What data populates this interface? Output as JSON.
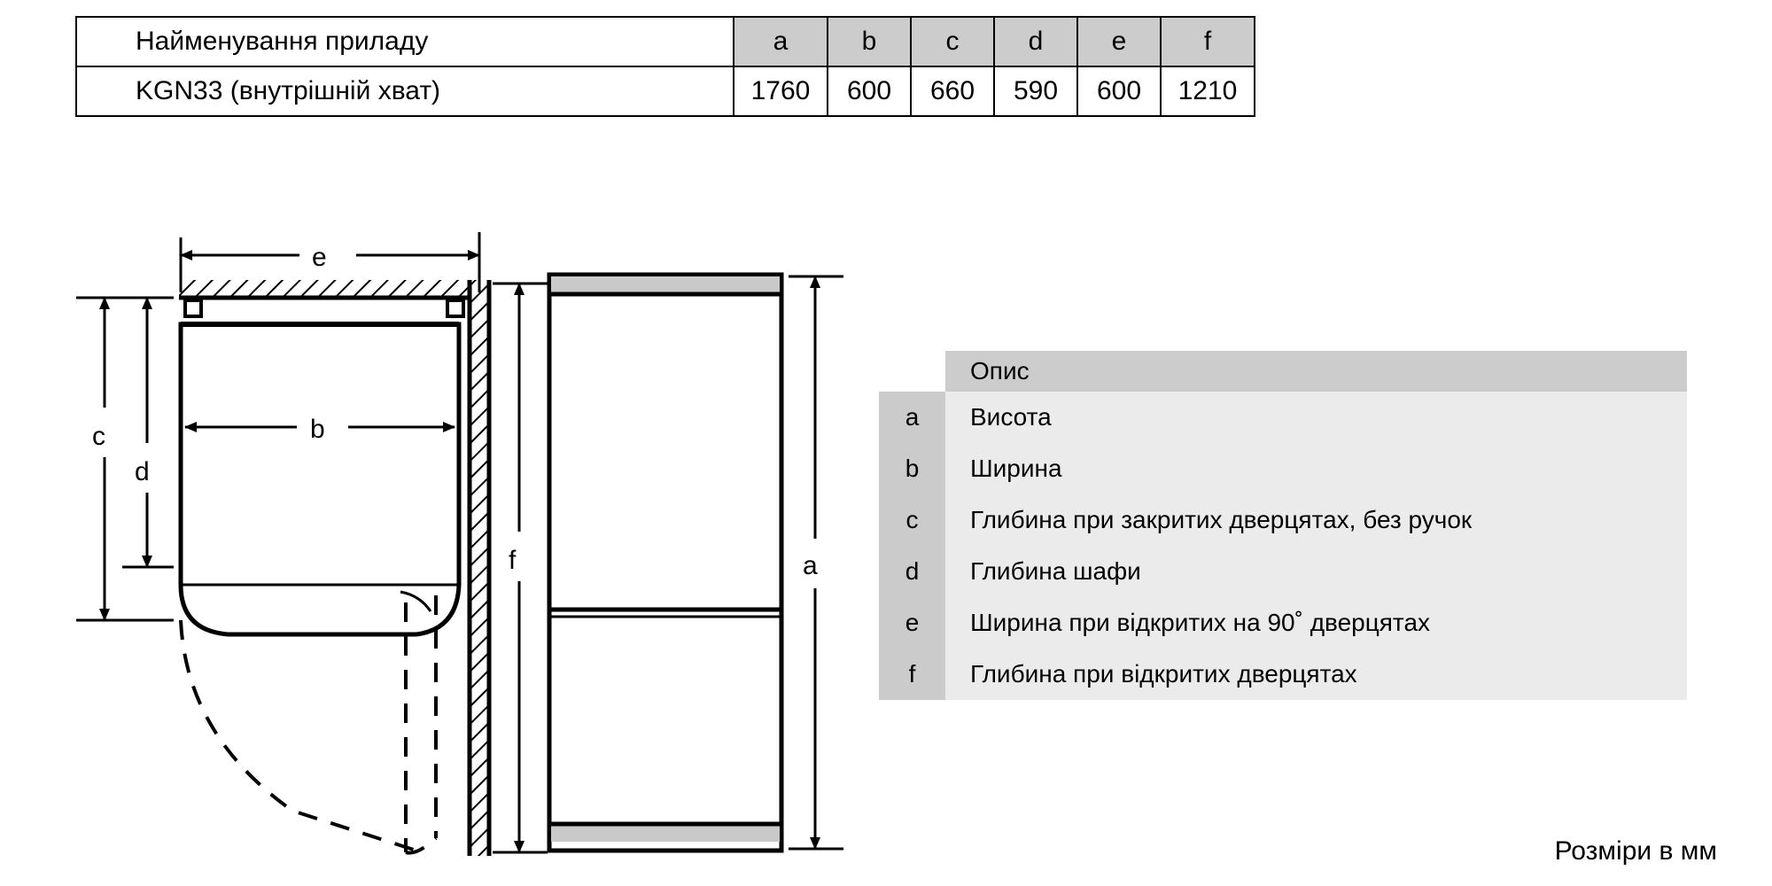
{
  "spec_table": {
    "name_header": "Найменування приладу",
    "model": "KGN33 (внутрішній хват)",
    "columns": [
      "a",
      "b",
      "c",
      "d",
      "e",
      "f"
    ],
    "values": [
      "1760",
      "600",
      "660",
      "590",
      "600",
      "1210"
    ]
  },
  "legend": {
    "header": "Опис",
    "rows": [
      {
        "key": "a",
        "desc": "Висота"
      },
      {
        "key": "b",
        "desc": "Ширина"
      },
      {
        "key": "c",
        "desc": "Глибина при закритих дверцятах, без ручок"
      },
      {
        "key": "d",
        "desc": "Глибина шафи"
      },
      {
        "key": "e",
        "desc": "Ширина при відкритих на 90˚ дверцятах"
      },
      {
        "key": "f",
        "desc": "Глибина при відкритих дверцятах"
      }
    ]
  },
  "diagram": {
    "labels": {
      "e": "e",
      "b": "b",
      "c": "c",
      "d": "d",
      "f": "f",
      "a": "a"
    }
  },
  "footer": {
    "units_note": "Розміри в мм"
  }
}
